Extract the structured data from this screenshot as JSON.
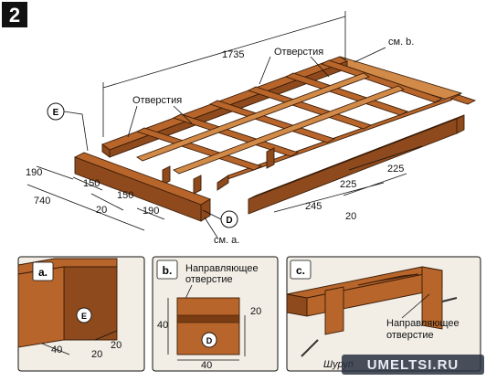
{
  "figure": {
    "number": "2",
    "watermark": "UMELTSI.RU",
    "colors": {
      "wood": "#b7652a",
      "wood_dark": "#8e4a1c",
      "wood_light": "#d28a48",
      "panel_bg": "#f2eee6",
      "badge_bg": "#111111"
    }
  },
  "main": {
    "dim_length": "1735",
    "label_holes_top": "Отверстия",
    "label_holes_left": "Отверстия",
    "ref_b": "см. b.",
    "ref_a": "см. a.",
    "part_e": "E",
    "part_d": "D",
    "left_dims": {
      "d190_top": "190",
      "d740": "740",
      "d150_a": "150",
      "d150_b": "150",
      "d20": "20",
      "d190_bottom": "190"
    },
    "right_dims": {
      "d225_a": "225",
      "d225_b": "225",
      "d245": "245",
      "d20": "20"
    }
  },
  "details": {
    "a": {
      "letter": "a.",
      "part": "E",
      "dim_40": "40",
      "dim_20_a": "20",
      "dim_20_b": "20"
    },
    "b": {
      "letter": "b.",
      "guide_line1": "Направляющее",
      "guide_line2": "отверстие",
      "part": "D",
      "dim_40_side": "40",
      "dim_20": "20",
      "dim_40_bottom": "40"
    },
    "c": {
      "letter": "c.",
      "guide_line1": "Направляющее",
      "guide_line2": "отверстие",
      "screw": "Шуруп"
    }
  }
}
